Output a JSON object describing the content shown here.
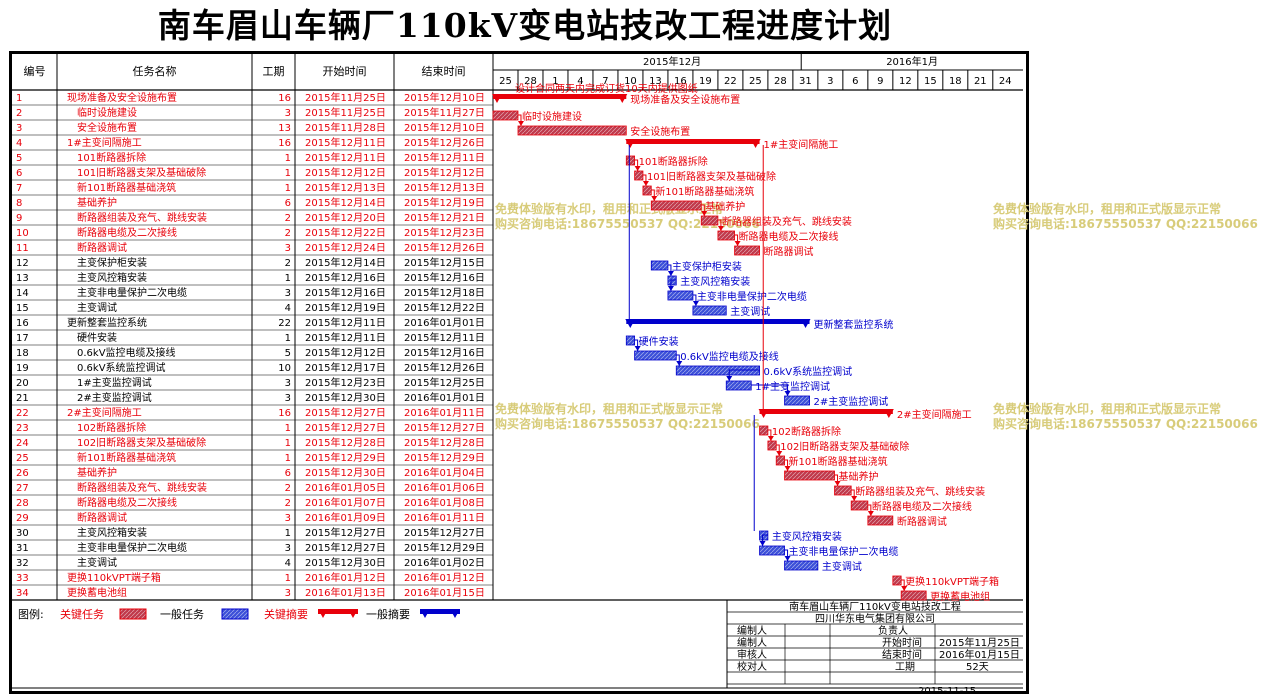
{
  "title": "南车眉山车辆厂110kV变电站技改工程进度计划",
  "headers": {
    "id": "编号",
    "name": "任务名称",
    "dur": "工期",
    "start": "开始时间",
    "end": "结束时间"
  },
  "months": [
    "2015年12月",
    "2016年1月"
  ],
  "day_ticks": [
    "25",
    "28",
    "1",
    "4",
    "7",
    "10",
    "13",
    "16",
    "19",
    "22",
    "25",
    "28",
    "31",
    "3",
    "6",
    "9",
    "12",
    "15",
    "18",
    "21",
    "24"
  ],
  "axis_start": "2015-11-25",
  "colors": {
    "critical": "#e8000a",
    "normal": "#0000cc",
    "critical_fill": "#c0394b",
    "normal_fill": "#3c50d8",
    "grid": "#000000"
  },
  "tasks": [
    {
      "id": "1",
      "name": "现场准备及安全设施布置",
      "dur": "16",
      "start": "2015年11月25日",
      "end": "2015年12月10日",
      "type": "critical_summary",
      "indent": 0
    },
    {
      "id": "2",
      "name": "临时设施建设",
      "dur": "3",
      "start": "2015年11月25日",
      "end": "2015年11月27日",
      "type": "critical",
      "indent": 1
    },
    {
      "id": "3",
      "name": "安全设施布置",
      "dur": "13",
      "start": "2015年11月28日",
      "end": "2015年12月10日",
      "type": "critical",
      "indent": 1
    },
    {
      "id": "4",
      "name": "1#主变间隔施工",
      "dur": "16",
      "start": "2015年12月11日",
      "end": "2015年12月26日",
      "type": "critical_summary",
      "indent": 0
    },
    {
      "id": "5",
      "name": "101断路器拆除",
      "dur": "1",
      "start": "2015年12月11日",
      "end": "2015年12月11日",
      "type": "critical",
      "indent": 1
    },
    {
      "id": "6",
      "name": "101旧断路器支架及基础破除",
      "dur": "1",
      "start": "2015年12月12日",
      "end": "2015年12月12日",
      "type": "critical",
      "indent": 1
    },
    {
      "id": "7",
      "name": "新101断路器基础浇筑",
      "dur": "1",
      "start": "2015年12月13日",
      "end": "2015年12月13日",
      "type": "critical",
      "indent": 1
    },
    {
      "id": "8",
      "name": "基础养护",
      "dur": "6",
      "start": "2015年12月14日",
      "end": "2015年12月19日",
      "type": "critical",
      "indent": 1
    },
    {
      "id": "9",
      "name": "断路器组装及充气、跳线安装",
      "dur": "2",
      "start": "2015年12月20日",
      "end": "2015年12月21日",
      "type": "critical",
      "indent": 1
    },
    {
      "id": "10",
      "name": "断路器电缆及二次接线",
      "dur": "2",
      "start": "2015年12月22日",
      "end": "2015年12月23日",
      "type": "critical",
      "indent": 1
    },
    {
      "id": "11",
      "name": "断路器调试",
      "dur": "3",
      "start": "2015年12月24日",
      "end": "2015年12月26日",
      "type": "critical",
      "indent": 1
    },
    {
      "id": "12",
      "name": "主变保护柜安装",
      "dur": "2",
      "start": "2015年12月14日",
      "end": "2015年12月15日",
      "type": "normal",
      "indent": 1
    },
    {
      "id": "13",
      "name": "主变风控箱安装",
      "dur": "1",
      "start": "2015年12月16日",
      "end": "2015年12月16日",
      "type": "normal",
      "indent": 1
    },
    {
      "id": "14",
      "name": "主变非电量保护二次电缆",
      "dur": "3",
      "start": "2015年12月16日",
      "end": "2015年12月18日",
      "type": "normal",
      "indent": 1
    },
    {
      "id": "15",
      "name": "主变调试",
      "dur": "4",
      "start": "2015年12月19日",
      "end": "2015年12月22日",
      "type": "normal",
      "indent": 1
    },
    {
      "id": "16",
      "name": "更新整套监控系统",
      "dur": "22",
      "start": "2015年12月11日",
      "end": "2016年01月01日",
      "type": "normal_summary",
      "indent": 0
    },
    {
      "id": "17",
      "name": "硬件安装",
      "dur": "1",
      "start": "2015年12月11日",
      "end": "2015年12月11日",
      "type": "normal",
      "indent": 1
    },
    {
      "id": "18",
      "name": "0.6kV监控电缆及接线",
      "dur": "5",
      "start": "2015年12月12日",
      "end": "2015年12月16日",
      "type": "normal",
      "indent": 1
    },
    {
      "id": "19",
      "name": "0.6kV系统监控调试",
      "dur": "10",
      "start": "2015年12月17日",
      "end": "2015年12月26日",
      "type": "normal",
      "indent": 1
    },
    {
      "id": "20",
      "name": "1#主变监控调试",
      "dur": "3",
      "start": "2015年12月23日",
      "end": "2015年12月25日",
      "type": "normal",
      "indent": 1
    },
    {
      "id": "21",
      "name": "2#主变监控调试",
      "dur": "3",
      "start": "2015年12月30日",
      "end": "2016年01月01日",
      "type": "normal",
      "indent": 1
    },
    {
      "id": "22",
      "name": "2#主变间隔施工",
      "dur": "16",
      "start": "2015年12月27日",
      "end": "2016年01月11日",
      "type": "critical_summary",
      "indent": 0
    },
    {
      "id": "23",
      "name": "102断路器拆除",
      "dur": "1",
      "start": "2015年12月27日",
      "end": "2015年12月27日",
      "type": "critical",
      "indent": 1
    },
    {
      "id": "24",
      "name": "102旧断路器支架及基础破除",
      "dur": "1",
      "start": "2015年12月28日",
      "end": "2015年12月28日",
      "type": "critical",
      "indent": 1
    },
    {
      "id": "25",
      "name": "新101断路器基础浇筑",
      "dur": "1",
      "start": "2015年12月29日",
      "end": "2015年12月29日",
      "type": "critical",
      "indent": 1
    },
    {
      "id": "26",
      "name": "基础养护",
      "dur": "6",
      "start": "2015年12月30日",
      "end": "2016年01月04日",
      "type": "critical",
      "indent": 1
    },
    {
      "id": "27",
      "name": "断路器组装及充气、跳线安装",
      "dur": "2",
      "start": "2016年01月05日",
      "end": "2016年01月06日",
      "type": "critical",
      "indent": 1
    },
    {
      "id": "28",
      "name": "断路器电缆及二次接线",
      "dur": "2",
      "start": "2016年01月07日",
      "end": "2016年01月08日",
      "type": "critical",
      "indent": 1
    },
    {
      "id": "29",
      "name": "断路器调试",
      "dur": "3",
      "start": "2016年01月09日",
      "end": "2016年01月11日",
      "type": "critical",
      "indent": 1
    },
    {
      "id": "30",
      "name": "主变风控箱安装",
      "dur": "1",
      "start": "2015年12月27日",
      "end": "2015年12月27日",
      "type": "normal",
      "indent": 1
    },
    {
      "id": "31",
      "name": "主变非电量保护二次电缆",
      "dur": "3",
      "start": "2015年12月27日",
      "end": "2015年12月29日",
      "type": "normal",
      "indent": 1
    },
    {
      "id": "32",
      "name": "主变调试",
      "dur": "4",
      "start": "2015年12月30日",
      "end": "2016年01月02日",
      "type": "normal",
      "indent": 1
    },
    {
      "id": "33",
      "name": "更换110kVPT端子箱",
      "dur": "1",
      "start": "2016年01月12日",
      "end": "2016年01月12日",
      "type": "critical",
      "indent": 0
    },
    {
      "id": "34",
      "name": "更换蓄电池组",
      "dur": "3",
      "start": "2016年01月13日",
      "end": "2016年01月15日",
      "type": "critical",
      "indent": 0
    }
  ],
  "annotation": "设计合同两天内完成订货10天内提供图纸",
  "watermark": [
    "免费体验版有水印，租用和正式版显示正常",
    "购买咨询电话:18675550537 QQ:22150066"
  ],
  "legend": {
    "label": "图例:",
    "critical_task": "关键任务",
    "normal_task": "一般任务",
    "critical_summary": "关键摘要",
    "normal_summary": "一般摘要"
  },
  "info": {
    "project": "南车眉山车辆厂110kV变电站技改工程",
    "company": "四川华东电气集团有限公司",
    "labels": [
      "编制人",
      "编制人",
      "审核人",
      "校对人"
    ],
    "manager": "负责人",
    "start_label": "开始时间",
    "start_value": "2015年11月25日",
    "end_label": "结束时间",
    "end_value": "2016年01月15日",
    "dur_label": "工期",
    "dur_value": "52天",
    "date": "2015-11-15"
  }
}
